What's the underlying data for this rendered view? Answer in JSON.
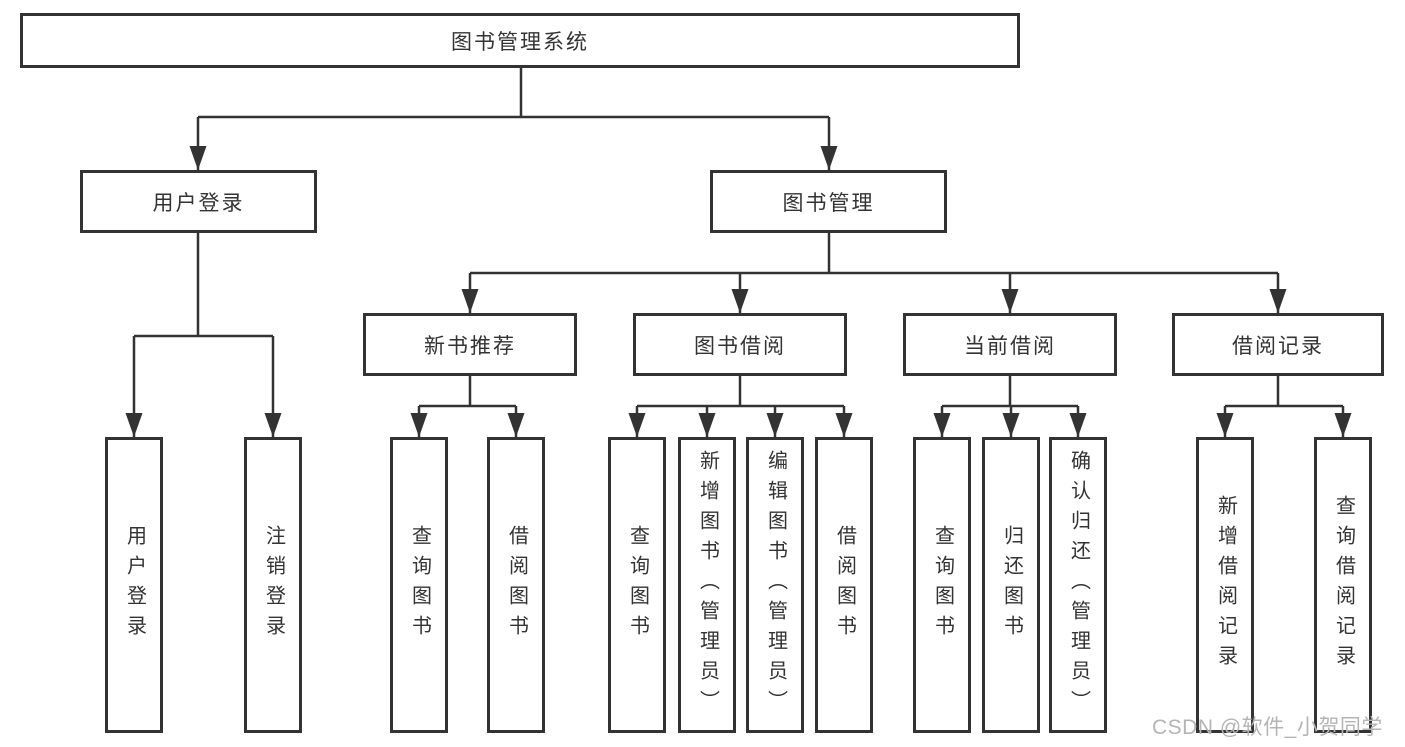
{
  "title": "图书管理系统",
  "colors": {
    "line": "#333333",
    "box_border": "#333333",
    "text": "#333333",
    "watermark": "#b4b4b4",
    "background": "#ffffff"
  },
  "watermark": "CSDN @软件_小贺同学",
  "nodes": {
    "root": "图书管理系统",
    "user_login": "用户登录",
    "book_mgmt": "图书管理",
    "new_book_rec": "新书推荐",
    "book_borrow": "图书借阅",
    "current_borrow": "当前借阅",
    "borrow_record": "借阅记录",
    "ul_login": "用户登录",
    "ul_logout": "注销登录",
    "nb_query": "查询图书",
    "nb_borrow": "借阅图书",
    "bb_query": "查询图书",
    "bb_add": "新增图书（管理员）",
    "bb_edit": "编辑图书（管理员）",
    "bb_borrow": "借阅图书",
    "cb_query": "查询图书",
    "cb_return": "归还图书",
    "cb_confirm": "确认归还（管理员）",
    "br_add": "新增借阅记录",
    "br_query": "查询借阅记录"
  },
  "hierarchy": {
    "label": "图书管理系统",
    "children": [
      {
        "label": "用户登录",
        "children": [
          {
            "label": "用户登录"
          },
          {
            "label": "注销登录"
          }
        ]
      },
      {
        "label": "图书管理",
        "children": [
          {
            "label": "新书推荐",
            "children": [
              {
                "label": "查询图书"
              },
              {
                "label": "借阅图书"
              }
            ]
          },
          {
            "label": "图书借阅",
            "children": [
              {
                "label": "查询图书"
              },
              {
                "label": "新增图书（管理员）"
              },
              {
                "label": "编辑图书（管理员）"
              },
              {
                "label": "借阅图书"
              }
            ]
          },
          {
            "label": "当前借阅",
            "children": [
              {
                "label": "查询图书"
              },
              {
                "label": "归还图书"
              },
              {
                "label": "确认归还（管理员）"
              }
            ]
          },
          {
            "label": "借阅记录",
            "children": [
              {
                "label": "新增借阅记录"
              },
              {
                "label": "查询借阅记录"
              }
            ]
          }
        ]
      }
    ]
  }
}
